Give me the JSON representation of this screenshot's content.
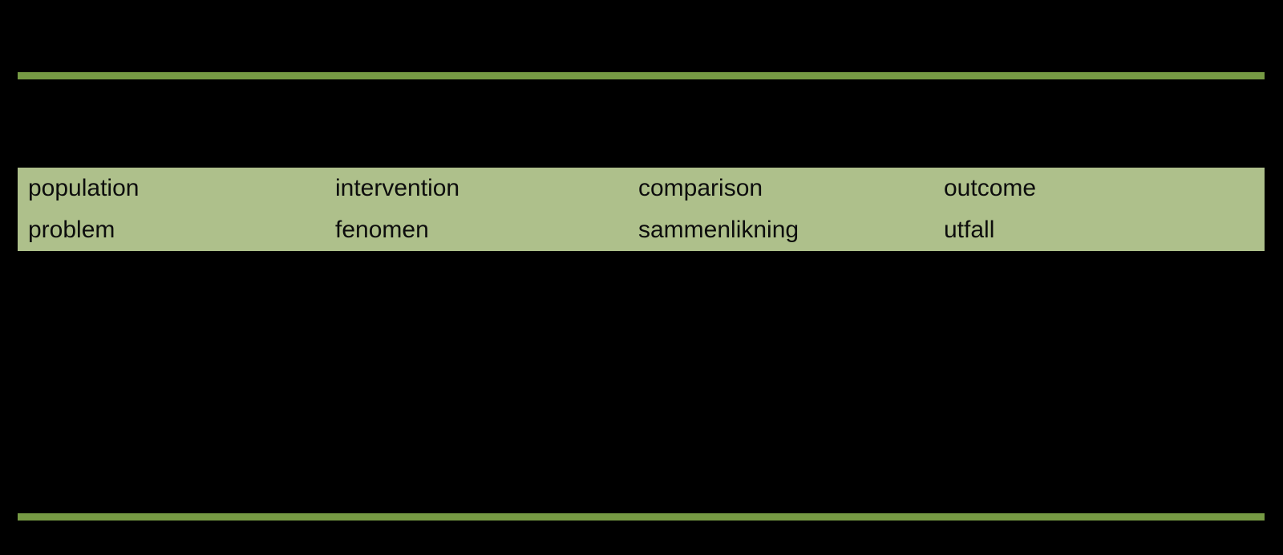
{
  "slide": {
    "background_color": "#000000",
    "accent_color": "#769A44",
    "band_color": "#AEC08B",
    "text_color": "#0D0D0D",
    "title": "",
    "body": ""
  },
  "pico_table": {
    "rows": [
      {
        "language": "english",
        "cells": [
          "population",
          "intervention",
          "comparison",
          "outcome"
        ]
      },
      {
        "language": "norwegian",
        "cells": [
          "problem",
          "fenomen",
          "sammenlikning",
          "utfall"
        ]
      }
    ]
  }
}
